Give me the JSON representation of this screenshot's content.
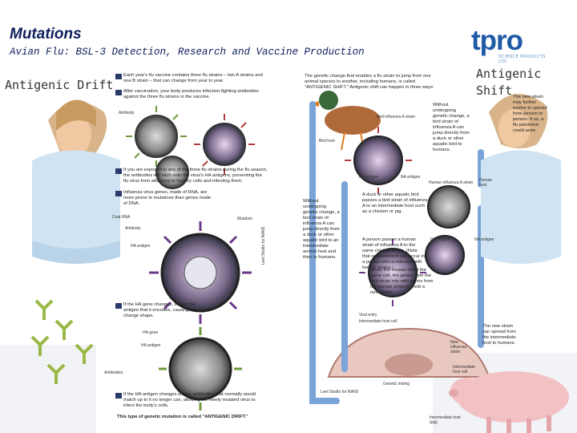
{
  "slide": {
    "title": "Mutations",
    "subtitle": "Avian Flu: BSL-3 Detection, Research and Vaccine Production",
    "label_left": "Antigenic Drift",
    "label_right": "Antigenic Shift"
  },
  "logo": {
    "text": "tpro",
    "tagline": "SCIENCE PRODUCTS LTD"
  },
  "drift": {
    "step1": "Each year's flu vaccine contains three flu strains – two A strains and one B strain – that can change from year to year.",
    "step2": "After vaccination, your body produces infection-fighting antibodies against the three flu strains in the vaccine.",
    "antibody_label": "Antibody",
    "step3": "If you are exposed to any of the three flu strains during the flu season, the antibodies will latch onto the virus's HA antigens, preventing the flu virus from attaching to healthy cells and infecting them.",
    "step4": "Influenza virus genes, made of RNA, are more prone to mutations than genes made of DNA.",
    "coat_rna": "Coat RNA",
    "antibody2": "Antibody",
    "ha_antigen": "HA antigen",
    "mutation": "Mutation",
    "side_credit": "Leet Studio for NIAID",
    "step5": "If the HA gene changes, so can the antigen that it encodes, causing it to change shape.",
    "ha_gene": "HA gene",
    "ha_antigen2": "HA antigen",
    "antibodies": "Antibodies",
    "step6": "If the HA antigen changes shape, antibodies that normally would match up to it no longer can, allowing the newly mutated virus to infect the body's cells.",
    "footer": "This type of genetic mutation is called \"ANTIGENIC DRIFT.\""
  },
  "shift": {
    "intro": "The genetic change that enables a flu strain to jump from one animal species to another, including humans, is called \"ANTIGENIC SHIFT.\" Antigenic shift can happen in three ways:",
    "bird_flu_strain": "Bird influenza A strain",
    "bird_host": "Bird host",
    "stepA": "Without undergoing genetic change, a bird strain of influenza A can jump directly from a duck or other aquatic bird to humans.",
    "ha_antigen": "HA antigen",
    "na_antigen": "NA antigen",
    "human_strain": "Human influenza A strain",
    "human_host": "Human host",
    "step1_label": "A duck or other aquatic bird passes a bird strain of influenza A to an intermediate host such as a chicken or pig.",
    "stepB": "Without undergoing genetic change, a bird strain of influenza A can jump directly from a duck or other aquatic bird to an intermediate animal host and then to humans.",
    "step2_label": "A person passes a human strain of influenza A to the same chicken or pig. (Note that reassortment can occur in a person who is infected with two flu strains.)",
    "ha_antigen2": "HA antigen",
    "na_antigen2": "NA antigen",
    "step3_label": "When the viruses infect the same cell, the genes from the bird strain mix with genes from the human strain to yield a new strain.",
    "viral_entry": "Viral entry",
    "intermediate_cell": "Intermediate host cell",
    "new_strain": "New influenza strain",
    "intermediate_cell2": "Intermediate host cell",
    "step4_label": "The new strain can spread from the intermediate host to humans.",
    "genetic_mixing": "Genetic mixing",
    "credit": "Leet Studio for NIAID",
    "intermediate_host": "Intermediate host (pig)",
    "woman_note": "The new strain may further evolve to spread from person to person. If so, a flu pandemic could arise."
  },
  "colors": {
    "title": "#0e1f5c",
    "logo": "#1e5aa5",
    "arrow": "#7aa3d8",
    "virus": "#4a4a4a",
    "spike_green": "#6c9a3a",
    "spike_red": "#b23a3a",
    "spike_purple": "#6a3a8a"
  }
}
